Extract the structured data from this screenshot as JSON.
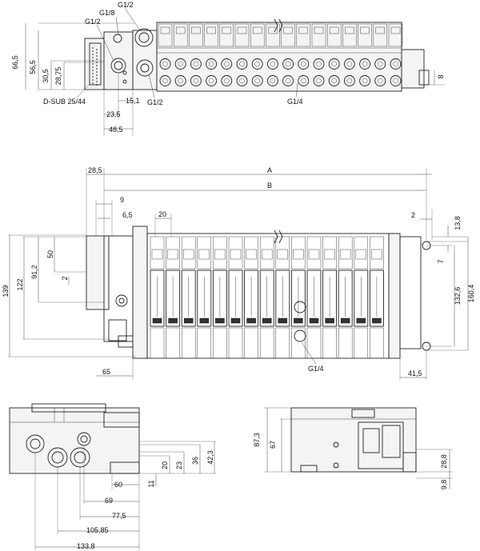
{
  "top_view": {
    "callouts": {
      "port_a": "G1/2",
      "port_b": "G1/8",
      "port_c": "G1/2",
      "port_d": "G1/2",
      "port_e": "G1/4",
      "connector": "D-SUB 25/44"
    },
    "dims": {
      "h_total": "66,5",
      "h_upper": "56,5",
      "h_mid": "30,5",
      "h_low": "28,75",
      "w_small": "15,1",
      "w_a": "23,5",
      "w_b": "48,5",
      "right_h": "8"
    }
  },
  "front_view": {
    "dims": {
      "A": "A",
      "B": "B",
      "d285": "28,5",
      "d9": "9",
      "d65a": "6,5",
      "d20": "20",
      "d2top": "2",
      "d138": "13,8",
      "d7": "7",
      "d1326": "132,6",
      "d1604": "160,4",
      "d139": "139",
      "d122": "122",
      "d912": "91,2",
      "d50": "50",
      "d2left": "2",
      "d65": "65",
      "d415": "41,5"
    },
    "callout": "G1/4"
  },
  "side_left": {
    "dims": {
      "d60": "60",
      "d69": "69",
      "d775": "77,5",
      "d10585": "105,85",
      "d1338": "133,8",
      "d11": "11",
      "d20": "20",
      "d23": "23",
      "d36": "36",
      "d423": "42,3"
    }
  },
  "side_right": {
    "dims": {
      "d873": "87,3",
      "d67": "67",
      "d288": "28,8",
      "d98": "9,8"
    }
  }
}
